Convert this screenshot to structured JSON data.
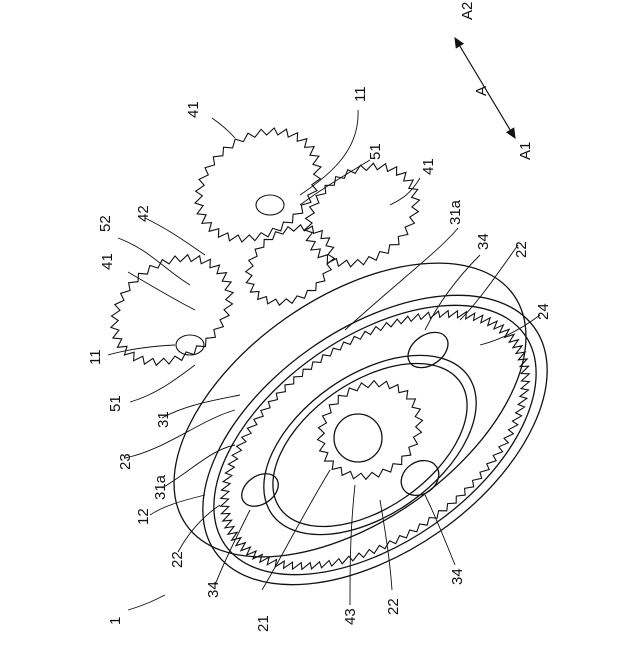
{
  "figure": {
    "direction": {
      "axis": "A",
      "end_up": "A2",
      "end_down": "A1"
    },
    "labels": {
      "l1": "1",
      "l11a": "11",
      "l11b": "11",
      "l12": "12",
      "l21": "21",
      "l22a": "22",
      "l22b": "22",
      "l22c": "22",
      "l23": "23",
      "l24": "24",
      "l31": "31",
      "l31a1": "31a",
      "l31a2": "31a",
      "l34a": "34",
      "l34b": "34",
      "l34c": "34",
      "l41a": "41",
      "l41b": "41",
      "l41c": "41",
      "l42": "42",
      "l43": "43",
      "l51a": "51",
      "l51b": "51",
      "l52": "52"
    }
  }
}
